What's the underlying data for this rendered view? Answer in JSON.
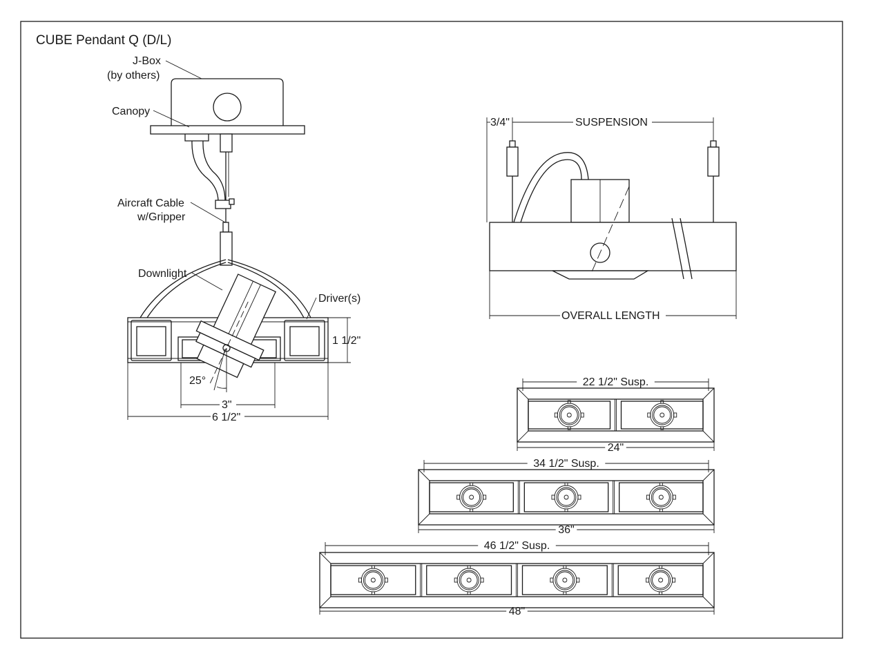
{
  "title": "CUBE Pendant Q (D/L)",
  "side_view": {
    "labels": {
      "jbox_line1": "J-Box",
      "jbox_line2": "(by others)",
      "canopy": "Canopy",
      "aircraft_line1": "Aircraft Cable",
      "aircraft_line2": "w/Gripper",
      "downlight": "Downlight",
      "drivers": "Driver(s)"
    },
    "dimensions": {
      "height": "1 1/2\"",
      "angle": "25°",
      "inner_width": "3\"",
      "overall_width": "6 1/2\""
    }
  },
  "front_view": {
    "offset": "3/4\"",
    "suspension": "SUSPENSION",
    "overall_length": "OVERALL LENGTH"
  },
  "plan_views": [
    {
      "suspension": "22 1/2\" Susp.",
      "length": "24\"",
      "modules": 2
    },
    {
      "suspension": "34 1/2\" Susp.",
      "length": "36\"",
      "modules": 3
    },
    {
      "suspension": "46 1/2\" Susp.",
      "length": "48\"",
      "modules": 4
    }
  ]
}
